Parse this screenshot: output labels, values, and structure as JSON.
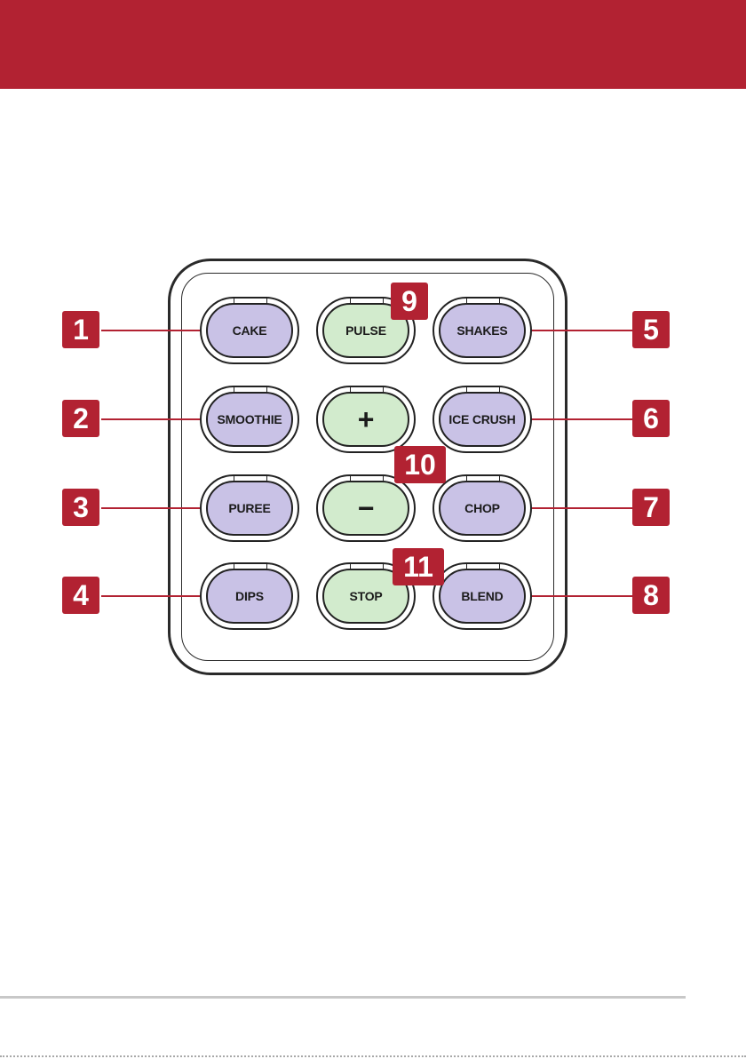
{
  "buttons": {
    "cake": "CAKE",
    "pulse": "PULSE",
    "shakes": "SHAKES",
    "smoothie": "SMOOTHIE",
    "plus": "+",
    "ice_crush": "ICE CRUSH",
    "puree": "PUREE",
    "minus": "−",
    "chop": "CHOP",
    "dips": "DIPS",
    "stop": "STOP",
    "blend": "BLEND"
  },
  "callouts": [
    "1",
    "2",
    "3",
    "4",
    "5",
    "6",
    "7",
    "8",
    "9",
    "10",
    "11"
  ],
  "colors": {
    "accent_red": "#b22232",
    "preset_purple": "#c9c2e6",
    "control_green": "#d2ebcd"
  }
}
